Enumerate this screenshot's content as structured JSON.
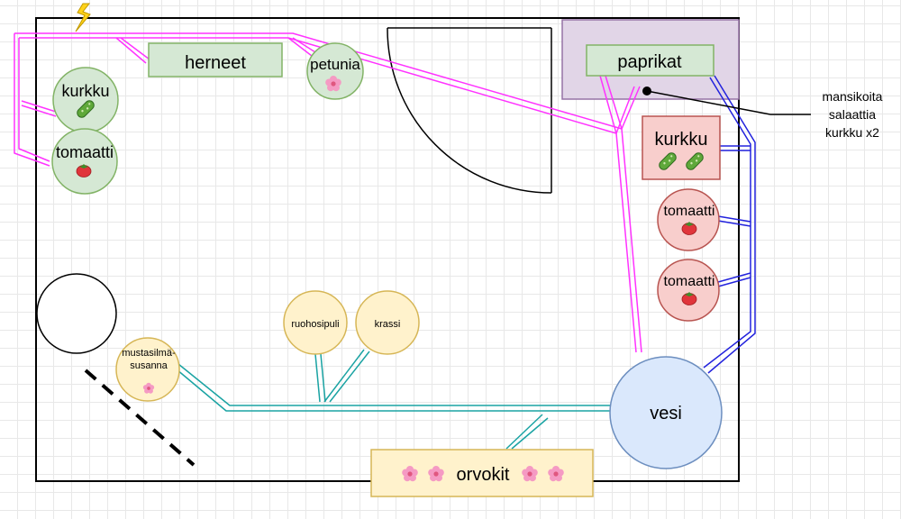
{
  "boxes": {
    "herneet": "herneet",
    "paprikat": "paprikat",
    "kurkku_box": "kurkku",
    "orvokit": "orvokit"
  },
  "circles": {
    "kurkku_left": "kurkku",
    "tomaatti_left": "tomaatti",
    "petunia": "petunia",
    "tomaatti_right_1": "tomaatti",
    "tomaatti_right_2": "tomaatti",
    "ruohosipuli": "ruohosipuli",
    "krassi": "krassi",
    "mustasilma_line1": "mustasilmä-",
    "mustasilma_line2": "susanna",
    "vesi": "vesi"
  },
  "annotation": {
    "line1": "mansikoita",
    "line2": "salaattia",
    "line3": "kurkku x2"
  },
  "icons": {
    "cucumber": "cucumber-icon",
    "tomato": "tomato-icon",
    "flower": "flower-icon",
    "lightning": "lightning-icon"
  },
  "colors": {
    "pink_hose": "#ff33ff",
    "blue_hose": "#2222dd",
    "teal_hose": "#1aa3a3",
    "green_fill": "#d5e8d4",
    "green_stroke": "#82b366",
    "red_fill": "#f8cecc",
    "red_stroke": "#b85450",
    "yellow_fill": "#fff2cc",
    "yellow_stroke": "#d6b656",
    "purple_fill": "#e1d5e7",
    "purple_stroke": "#9673a6",
    "water_fill": "#dae8fc",
    "water_stroke": "#6c8ebf"
  }
}
